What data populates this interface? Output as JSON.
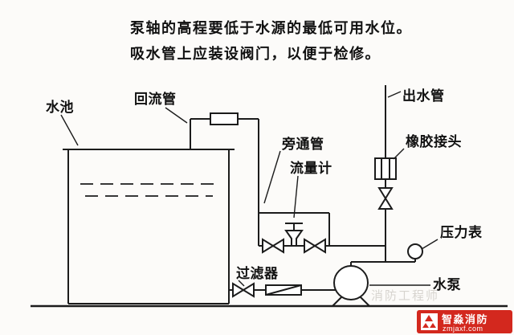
{
  "header": {
    "line1": "泵轴的高程要低于水源的最低可用水位。",
    "line2": "吸水管上应装设阀门，以便于检修。"
  },
  "labels": {
    "tank": "水池",
    "return_pipe": "回流管",
    "bypass_pipe": "旁通管",
    "flow_meter": "流量计",
    "outlet_pipe": "出水管",
    "rubber_joint": "橡胶接头",
    "pressure_gauge": "压力表",
    "filter": "过滤器",
    "pump": "水泵"
  },
  "watermark": {
    "faint_text": "消防工程师",
    "brand": "智淼消防",
    "site": "zmjaxf.com"
  },
  "colors": {
    "line": "#1c1c1c",
    "background": "#fcfbf9",
    "badge_red": "#d3281e",
    "badge_text": "#ffffff",
    "faint_watermark": "#b9b5ad"
  }
}
